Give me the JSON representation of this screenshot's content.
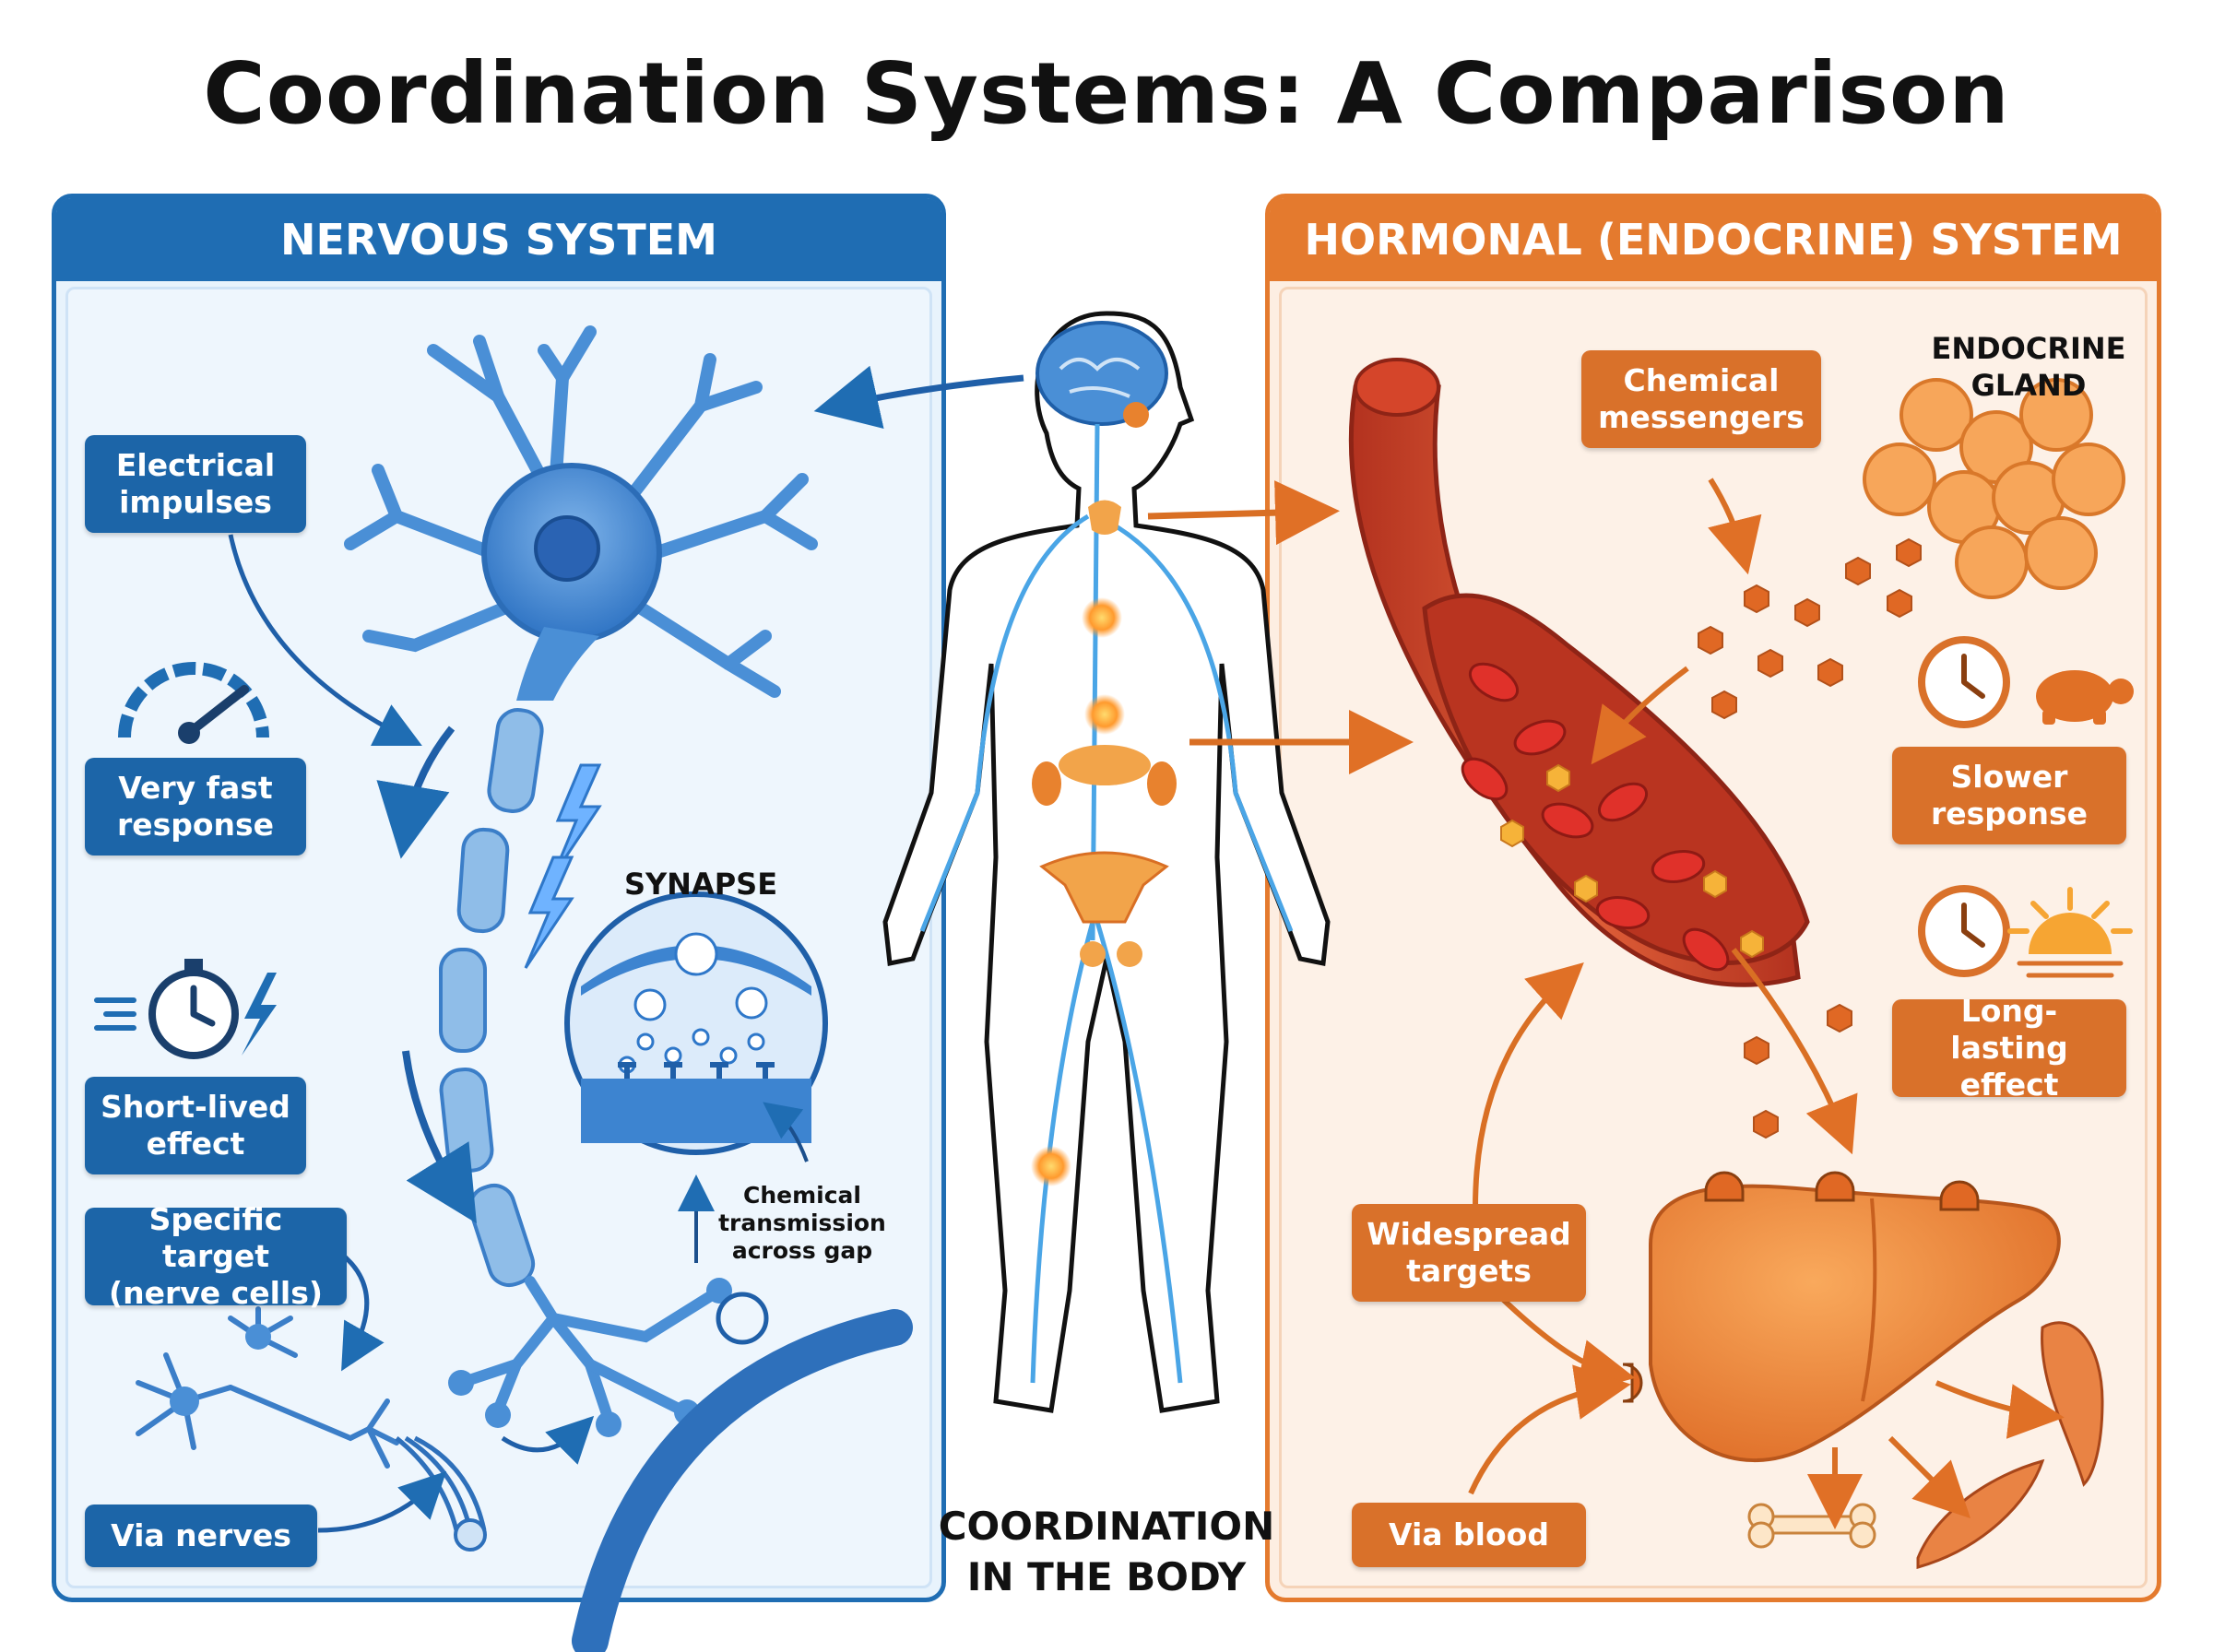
{
  "title": "Coordination Systems: A Comparison",
  "nervous": {
    "header": "NERVOUS SYSTEM",
    "labels": {
      "electrical": "Electrical\nimpulses",
      "fast": "Very fast\nresponse",
      "short": "Short-lived\neffect",
      "specific": "Specific target\n(nerve cells)",
      "via": "Via nerves"
    },
    "synapse_title": "SYNAPSE",
    "synapse_caption": "Chemical\ntransmission\nacross gap"
  },
  "hormonal": {
    "header": "HORMONAL (ENDOCRINE) SYSTEM",
    "labels": {
      "chemical": "Chemical\nmessengers",
      "slower": "Slower\nresponse",
      "long": "Long-lasting\neffect",
      "widespread": "Widespread\ntargets",
      "via": "Via blood"
    },
    "gland_title": "ENDOCRINE\nGLAND"
  },
  "center_caption": "COORDINATION\nIN THE BODY",
  "colors": {
    "nerve_blue": "#1f6db3",
    "neuron": "#4a8fd6",
    "hormone_orange": "#e47a2e",
    "blood_red": "#c0392b"
  }
}
